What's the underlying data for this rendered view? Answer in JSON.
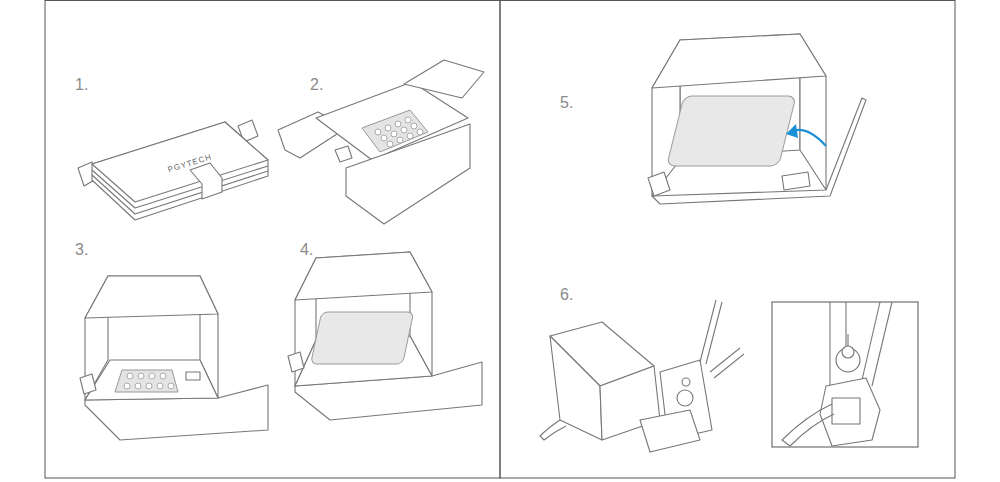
{
  "diagram": {
    "labels": [
      "1.",
      "2.",
      "3.",
      "4.",
      "5.",
      "6.",
      "PGYTECH"
    ]
  }
}
